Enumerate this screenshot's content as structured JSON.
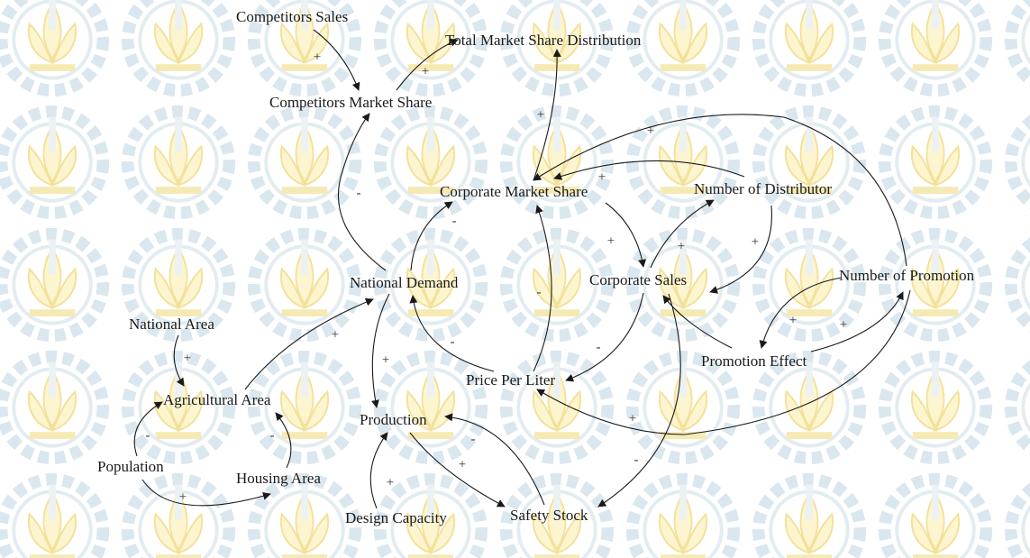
{
  "diagram": {
    "nodes": {
      "competitors_sales": "Competitors Sales",
      "total_market_share_distribution": "Total Market Share Distribution",
      "competitors_market_share": "Competitors Market Share",
      "corporate_market_share": "Corporate Market Share",
      "number_of_distributor": "Number of Distributor",
      "national_demand": "National Demand",
      "corporate_sales": "Corporate Sales",
      "number_of_promotion": "Number of Promotion",
      "national_area": "National Area",
      "promotion_effect": "Promotion Effect",
      "price_per_liter": "Price Per Liter",
      "agricultural_area": "Agricultural Area",
      "production": "Production",
      "population": "Population",
      "housing_area": "Housing Area",
      "design_capacity": "Design Capacity",
      "safety_stock": "Safety Stock"
    },
    "links": [
      {
        "from": "competitors_sales",
        "to": "competitors_market_share",
        "polarity": "+"
      },
      {
        "from": "competitors_market_share",
        "to": "total_market_share_distribution",
        "polarity": "+"
      },
      {
        "from": "corporate_market_share",
        "to": "total_market_share_distribution",
        "polarity": "+"
      },
      {
        "from": "national_demand",
        "to": "competitors_market_share",
        "polarity": "-"
      },
      {
        "from": "number_of_promotion",
        "to": "corporate_market_share",
        "polarity": "+"
      },
      {
        "from": "number_of_distributor",
        "to": "corporate_market_share",
        "polarity": "+"
      },
      {
        "from": "national_demand",
        "to": "corporate_market_share",
        "polarity": "-"
      },
      {
        "from": "corporate_market_share",
        "to": "corporate_sales",
        "polarity": "+"
      },
      {
        "from": "corporate_sales",
        "to": "number_of_distributor",
        "polarity": "+"
      },
      {
        "from": "number_of_distributor",
        "to": "corporate_sales",
        "polarity": "+"
      },
      {
        "from": "price_per_liter",
        "to": "corporate_market_share",
        "polarity": "-"
      },
      {
        "from": "price_per_liter",
        "to": "national_demand",
        "polarity": "-"
      },
      {
        "from": "corporate_sales",
        "to": "price_per_liter",
        "polarity": "-"
      },
      {
        "from": "number_of_promotion",
        "to": "promotion_effect",
        "polarity": "+"
      },
      {
        "from": "promotion_effect",
        "to": "number_of_promotion",
        "polarity": "+"
      },
      {
        "from": "promotion_effect",
        "to": "corporate_sales",
        "polarity": ""
      },
      {
        "from": "number_of_promotion",
        "to": "price_per_liter",
        "polarity": "+"
      },
      {
        "from": "national_area",
        "to": "agricultural_area",
        "polarity": "+"
      },
      {
        "from": "agricultural_area",
        "to": "national_demand",
        "polarity": "+"
      },
      {
        "from": "national_demand",
        "to": "production",
        "polarity": "+"
      },
      {
        "from": "population",
        "to": "agricultural_area",
        "polarity": "-"
      },
      {
        "from": "population",
        "to": "housing_area",
        "polarity": "+"
      },
      {
        "from": "housing_area",
        "to": "agricultural_area",
        "polarity": "-"
      },
      {
        "from": "design_capacity",
        "to": "production",
        "polarity": "+"
      },
      {
        "from": "production",
        "to": "safety_stock",
        "polarity": "+"
      },
      {
        "from": "safety_stock",
        "to": "production",
        "polarity": "-"
      },
      {
        "from": "corporate_sales",
        "to": "safety_stock",
        "polarity": "-"
      }
    ]
  }
}
